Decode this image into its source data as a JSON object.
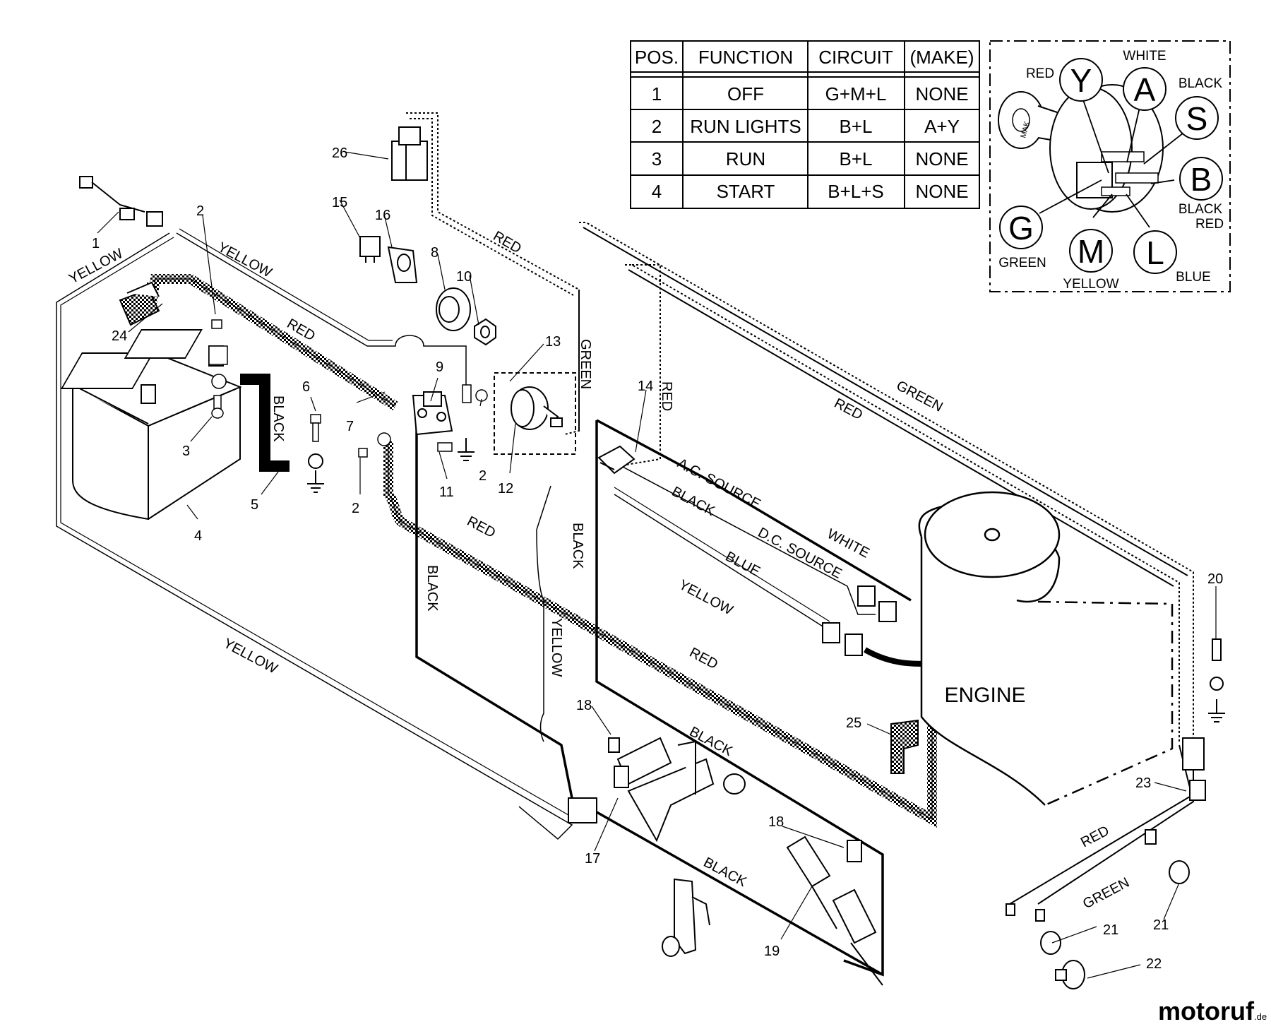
{
  "switch_table": {
    "headers": [
      "POS.",
      "FUNCTION",
      "CIRCUIT",
      "(MAKE)"
    ],
    "rows": [
      [
        "1",
        "OFF",
        "G+M+L",
        "NONE"
      ],
      [
        "2",
        "RUN LIGHTS",
        "B+L",
        "A+Y"
      ],
      [
        "3",
        "RUN",
        "B+L",
        "NONE"
      ],
      [
        "4",
        "START",
        "B+L+S",
        "NONE"
      ]
    ]
  },
  "ignition_switch_detail": {
    "key_text": "MAK",
    "terminals": [
      {
        "letter": "Y",
        "color": "RED"
      },
      {
        "letter": "A",
        "color": "WHITE"
      },
      {
        "letter": "S",
        "color": "BLACK"
      },
      {
        "letter": "B",
        "color": "BLACK RED"
      },
      {
        "letter": "G",
        "color": "GREEN"
      },
      {
        "letter": "M",
        "color": "YELLOW"
      },
      {
        "letter": "L",
        "color": "BLUE"
      }
    ],
    "black_red_lines": [
      "BLACK",
      "RED"
    ]
  },
  "wire_labels": {
    "yellow": "YELLOW",
    "red": "RED",
    "black": "BLACK",
    "green": "GREEN",
    "blue": "BLUE",
    "white": "WHITE",
    "ac_source": "A.C. SOURCE",
    "dc_source": "D.C. SOURCE"
  },
  "engine_label": "ENGINE",
  "part_numbers": [
    "1",
    "2",
    "2",
    "2",
    "3",
    "4",
    "5",
    "6",
    "7",
    "8",
    "9",
    "10",
    "11",
    "12",
    "13",
    "14",
    "15",
    "16",
    "17",
    "18",
    "18",
    "19",
    "20",
    "21",
    "21",
    "22",
    "23",
    "24",
    "25",
    "26"
  ],
  "watermark": {
    "name": "motoruf",
    "tld": ".de"
  },
  "colors": {
    "line": "#000000",
    "watermark": "#3a5fa8"
  }
}
